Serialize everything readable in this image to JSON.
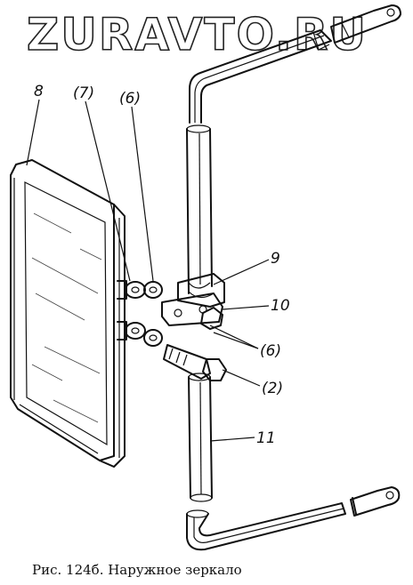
{
  "watermark": "ZURAVTO.RU",
  "labels": {
    "l8": "8",
    "l7": "(7)",
    "l6a": "(6)",
    "l9": "9",
    "l10": "10",
    "l6b": "(6)",
    "l2": "(2)",
    "l11": "11"
  },
  "caption": "Рис. 124б. Наружное зеркало"
}
